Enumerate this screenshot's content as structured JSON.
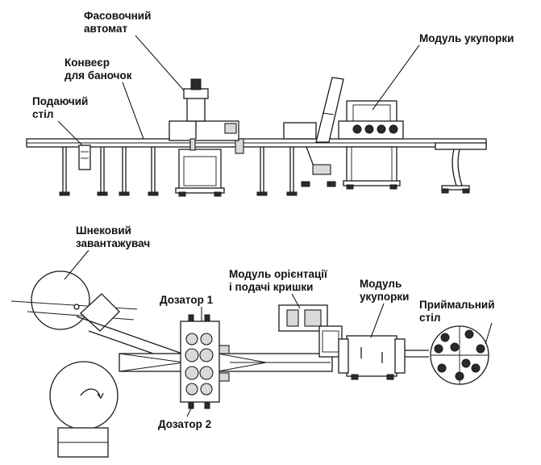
{
  "labels": {
    "filler": [
      "Фасовочний",
      "автомат"
    ],
    "capper_top": "Модуль укупорки",
    "conveyor": [
      "Конвеєр",
      "для баночок"
    ],
    "feed_table": [
      "Подаючий",
      "стіл"
    ],
    "screw_loader": [
      "Шнековий",
      "завантажувач"
    ],
    "cap_orient": [
      "Модуль орієнтації",
      "і подачі кришки"
    ],
    "capper_bottom": [
      "Модуль",
      "укупорки"
    ],
    "dosator1": "Дозатор 1",
    "receive_table": [
      "Приймальний",
      "стіл"
    ],
    "dosator2": "Дозатор 2"
  }
}
